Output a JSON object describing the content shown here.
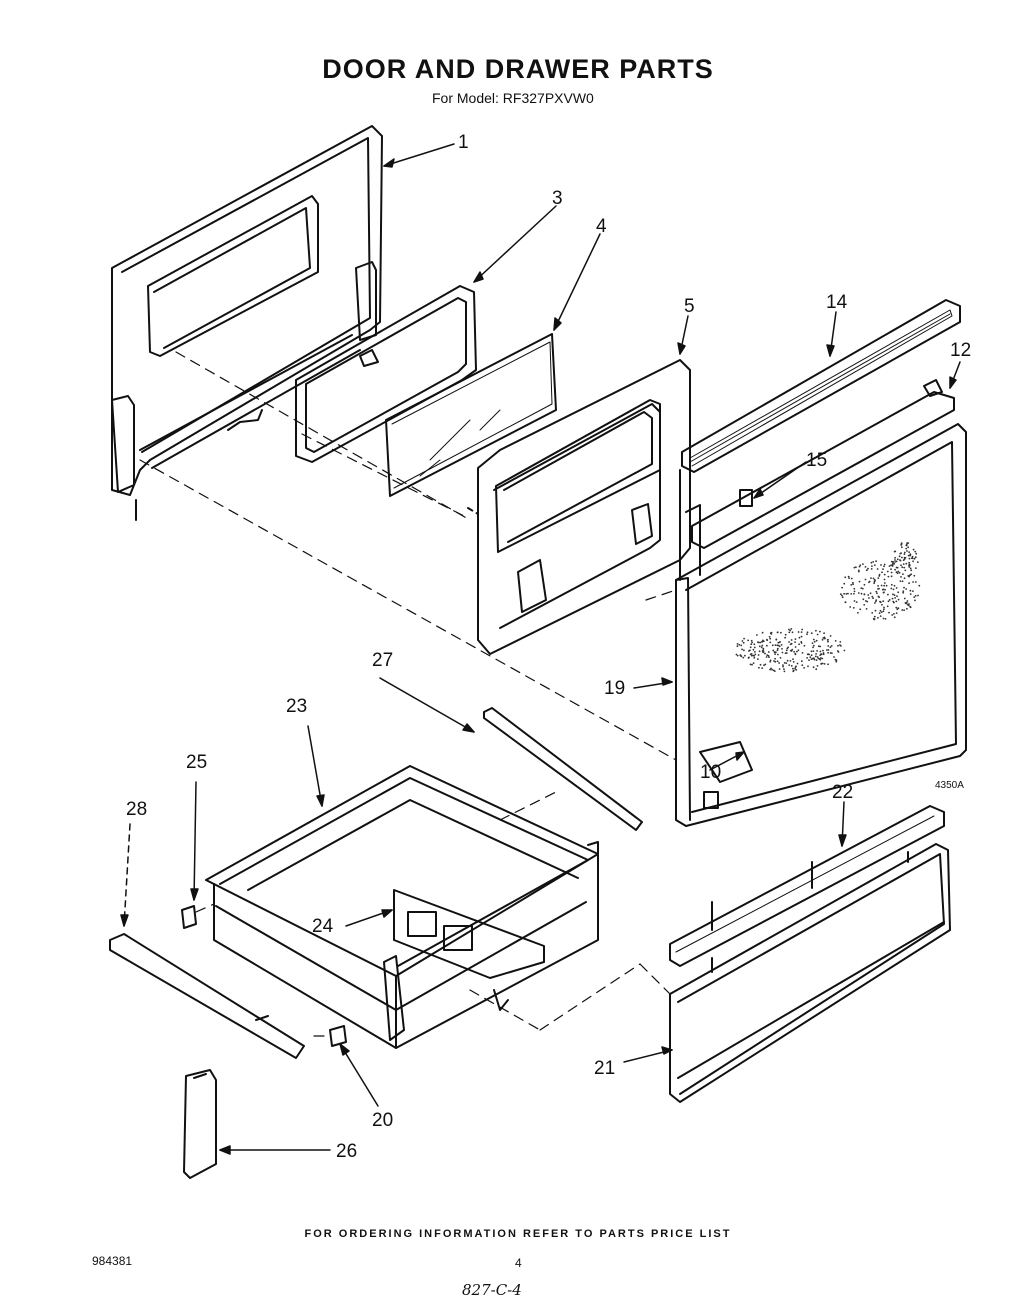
{
  "title": "DOOR AND DRAWER PARTS",
  "subtitle": "For Model: RF327PXVW0",
  "footer": "FOR ORDERING INFORMATION REFER TO PARTS PRICE LIST",
  "document_number": "984381",
  "page_number": "4",
  "handwritten_note": "827-C-4",
  "figure_code": "4350A",
  "callouts": {
    "c1": "1",
    "c3": "3",
    "c4": "4",
    "c5": "5",
    "c10": "10",
    "c12": "12",
    "c14": "14",
    "c15": "15",
    "c19": "19",
    "c20": "20",
    "c21": "21",
    "c22": "22",
    "c23": "23",
    "c24": "24",
    "c25": "25",
    "c26": "26",
    "c27": "27",
    "c28": "28"
  }
}
